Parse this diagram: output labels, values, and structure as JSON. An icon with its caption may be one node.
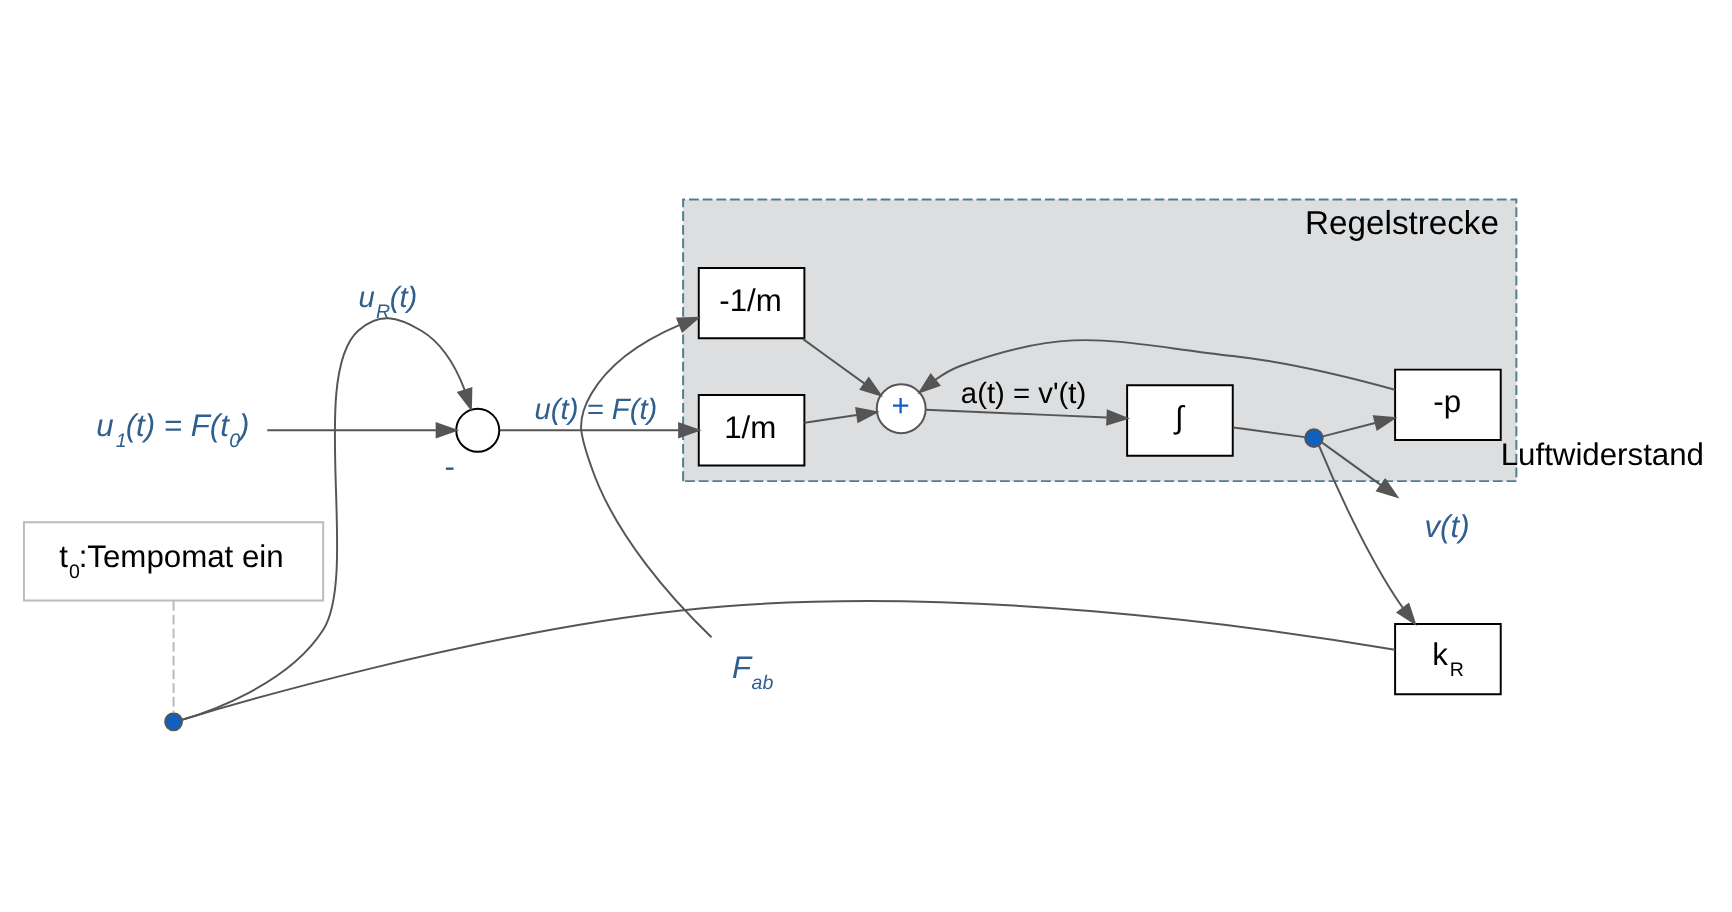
{
  "diagram": {
    "nodes": [
      {
        "text": [
          "F$_{ab}$"
        ]
      },
      {
        "text": [
          "Regelstrecke"
        ]
      },
      {
        "text": [
          "-1/m"
        ],
        "in": 1
      },
      {
        "text": [
          "u$_{1}$(t) = F(t$_{0}$)"
        ]
      },
      {
        "text": [],
        "shape": "circle",
        "beside": [
          "-"
        ]
      },
      {
        "text": [
          "1/m"
        ],
        "in": 1
      },
      {
        "text": [
          "+"
        ],
        "in": 1
      },
      {
        "text": [
          "∫"
        ],
        "in": 1
      },
      {
        "text": [],
        "shape": "circle",
        "in": 1
      },
      {
        "text": [
          "v(t)"
        ]
      },
      {
        "text": [
          "-p"
        ],
        "in": 1,
        "beside": [
          "Luftwiderstand"
        ]
      },
      {
        "text": [],
        "shape": "switch"
      },
      {
        "text": [
          "k$_{R}$"
        ]
      },
      {
        "text": [
          "t$_{0}$:Tempomat ein"
        ]
      }
    ],
    "edges": [
      {
        "from": 3,
        "to": 4,
        "arrow": "to"
      },
      {
        "from": 4,
        "to": 5,
        "arrow": "to",
        "label": "u(t) = F(t)"
      },
      {
        "from": 0,
        "to": 2,
        "arrow": "to"
      },
      {
        "from": 2,
        "to": 6,
        "arrow": "to"
      },
      {
        "from": 5,
        "to": 6,
        "arrow": "to"
      },
      {
        "from": 6,
        "to": 7,
        "arrow": "to",
        "label": "a(t) = v'(t)"
      },
      {
        "from": 7,
        "to": 8,
        "arrow": "none"
      },
      {
        "from": 8,
        "to": 9,
        "arrow": "to"
      },
      {
        "from": 8,
        "to": 10,
        "arrow": "to"
      },
      {
        "from": 10,
        "to": 6,
        "arrow": "to"
      },
      {
        "from": 8,
        "to": 12,
        "arrow": "to"
      },
      {
        "from": 12,
        "to": 11,
        "arrow": "none"
      },
      {
        "from": 11,
        "to": 4,
        "arrow": "to",
        "label": "u$_{R}$(t)"
      },
      {
        "from": 13,
        "to": 11,
        "arrow": "none",
        "style": "dashed",
        "color": "#bbbbbb"
      }
    ]
  }
}
